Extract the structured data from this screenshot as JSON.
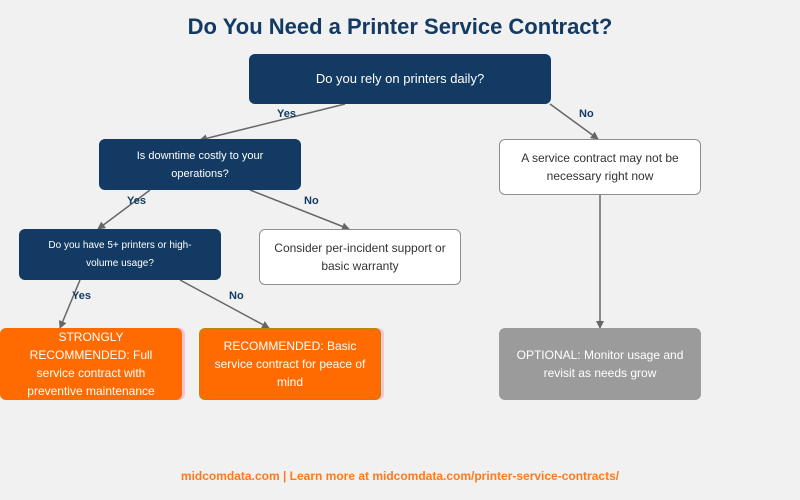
{
  "title": "Do You Need a Printer Service Contract?",
  "nodes": {
    "q1": "Do you rely on printers daily?",
    "q2": "Is downtime costly to your operations?",
    "q3": "Do you have 5+ printers or high-volume usage?",
    "not_necessary": "A service contract may not be necessary right now",
    "per_incident": "Consider per-incident support or basic warranty",
    "strongly": "STRONGLY RECOMMENDED: Full service contract with preventive maintenance",
    "recommended": "RECOMMENDED: Basic service contract for peace of mind",
    "optional": "OPTIONAL: Monitor usage and revisit as needs grow"
  },
  "edge_labels": {
    "q1_yes": "Yes",
    "q1_no": "No",
    "q2_yes": "Yes",
    "q2_no": "No",
    "q3_yes": "Yes",
    "q3_no": "No"
  },
  "colors": {
    "question": "#123a63",
    "outcome_orange": "#ff6b00",
    "outcome_gray": "#9b9b9b",
    "footer": "#ff7a1a"
  },
  "footer": "midcomdata.com | Learn more at midcomdata.com/printer-service-contracts/"
}
